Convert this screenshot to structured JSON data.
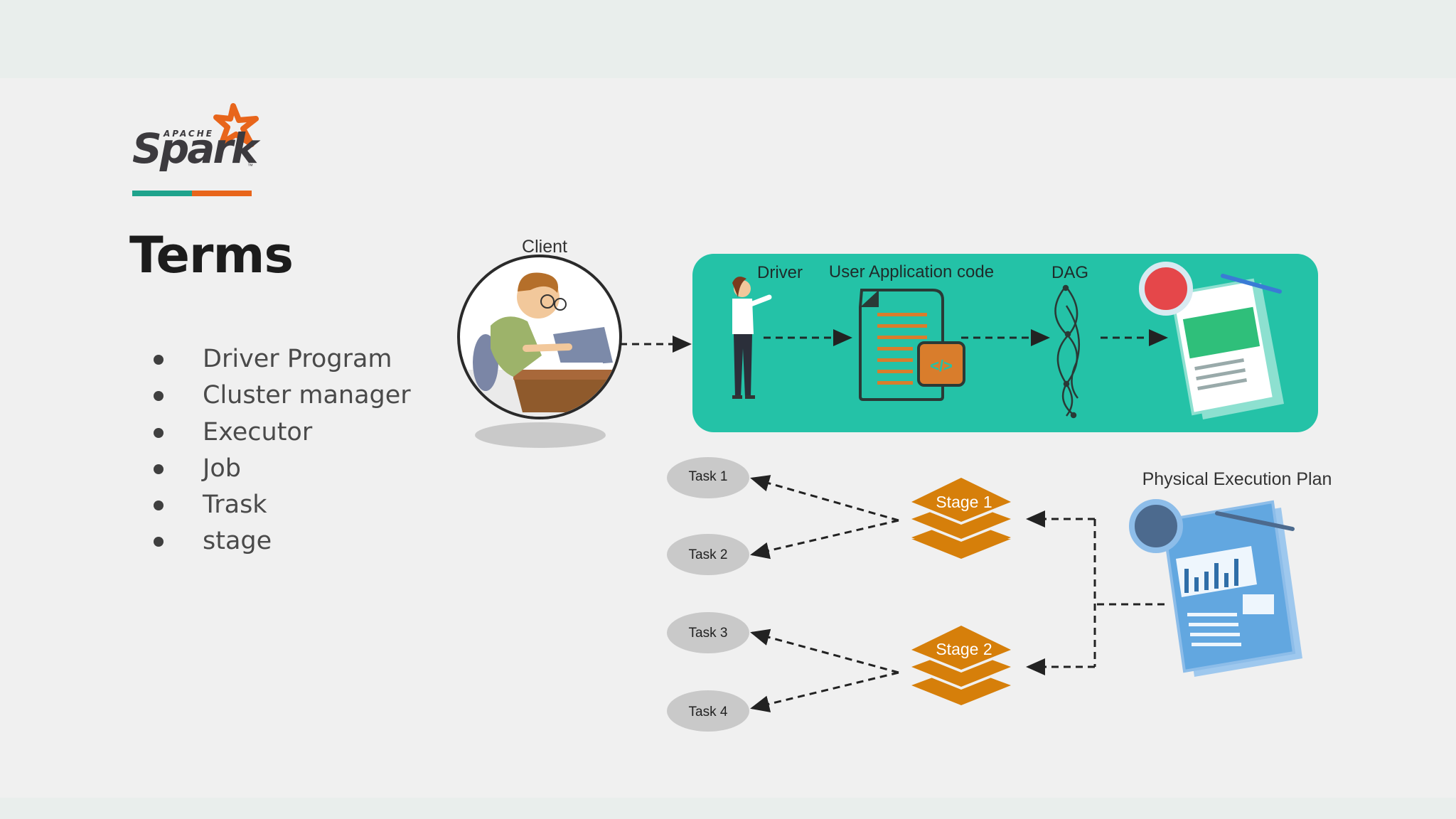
{
  "logo": {
    "small": "APACHE",
    "word": "Spark"
  },
  "colors": {
    "teal": "#1fa38c",
    "orange": "#e8651b",
    "panel": "#24c2a7",
    "stage": "#d67f0a",
    "task": "#c9c9c9",
    "plan": "#62a7e0"
  },
  "title": "Terms",
  "terms": [
    "Driver Program",
    "Cluster manager",
    "Executor",
    "Job",
    "Trask",
    "stage"
  ],
  "diagram": {
    "client_label": "Client",
    "driver_label": "Driver",
    "code_label": "User Application code",
    "dag_label": "DAG",
    "plan_label": "Physical Execution Plan",
    "stages": [
      "Stage 1",
      "Stage 2"
    ],
    "tasks": [
      "Task 1",
      "Task 2",
      "Task 3",
      "Task 4"
    ]
  }
}
